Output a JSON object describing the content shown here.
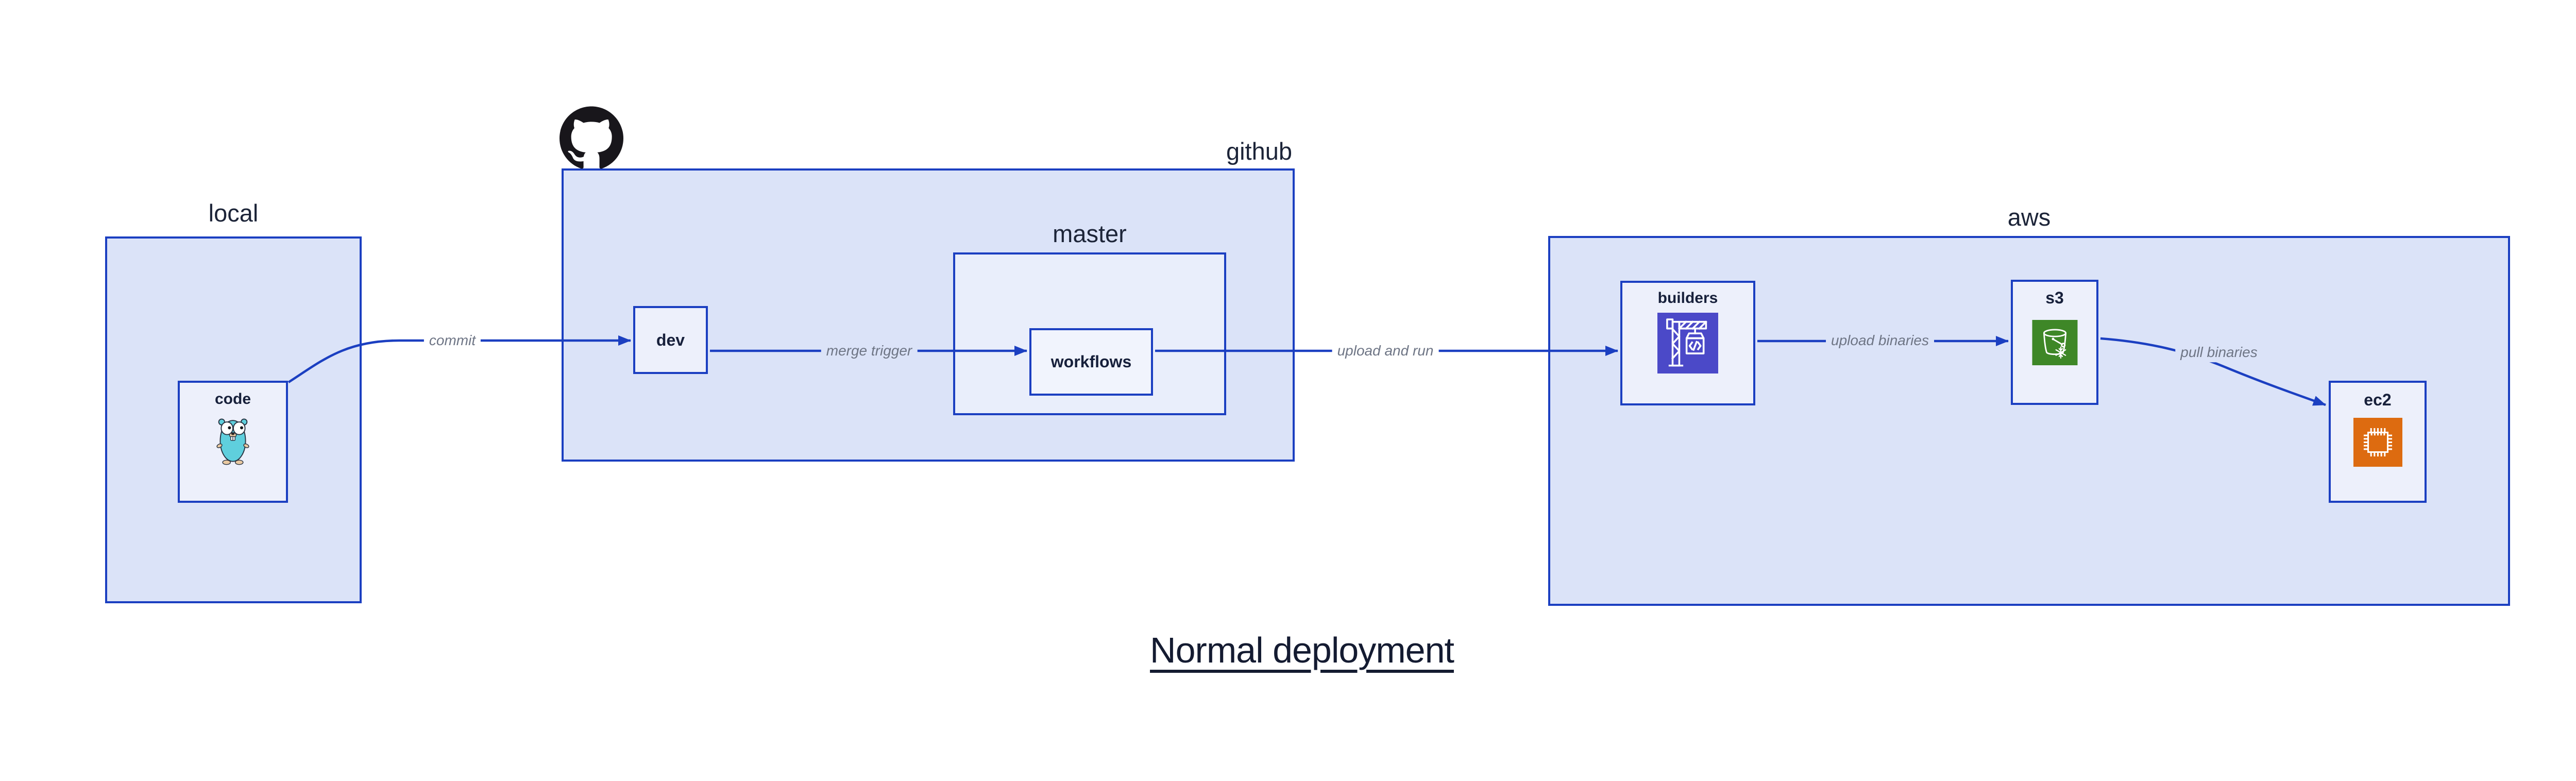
{
  "title": {
    "text": "Normal deployment"
  },
  "colors": {
    "accent_blue": "#1b3fc1",
    "group_fill": "#dbe3f8",
    "node_fill": "#edf0fb",
    "label_navy": "#17203b",
    "edge_label_gray": "#6e7585",
    "codebuild_purple": "#4b49c8",
    "s3_green": "#3e8727",
    "ec2_orange": "#dd6b10",
    "gopher_teal": "#5fcfdd",
    "github_black": "#18161b"
  },
  "groups": {
    "local": {
      "label": "local"
    },
    "github": {
      "label": "github"
    },
    "master": {
      "label": "master"
    },
    "aws": {
      "label": "aws"
    }
  },
  "nodes": {
    "code": {
      "label": "code",
      "icon": "go-gopher-icon"
    },
    "dev": {
      "label": "dev"
    },
    "workflows": {
      "label": "workflows"
    },
    "builders": {
      "label": "builders",
      "icon": "codebuild-crane-icon"
    },
    "s3": {
      "label": "s3",
      "icon": "s3-bucket-icon"
    },
    "ec2": {
      "label": "ec2",
      "icon": "ec2-chip-icon"
    }
  },
  "edges": [
    {
      "id": "commit",
      "label": "commit",
      "from": "code",
      "to": "dev"
    },
    {
      "id": "merge-trigger",
      "label": "merge trigger",
      "from": "dev",
      "to": "workflows"
    },
    {
      "id": "upload-and-run",
      "label": "upload and run",
      "from": "workflows",
      "to": "builders"
    },
    {
      "id": "upload-binaries",
      "label": "upload binaries",
      "from": "builders",
      "to": "s3"
    },
    {
      "id": "pull-binaries",
      "label": "pull binaries",
      "from": "s3",
      "to": "ec2"
    }
  ]
}
